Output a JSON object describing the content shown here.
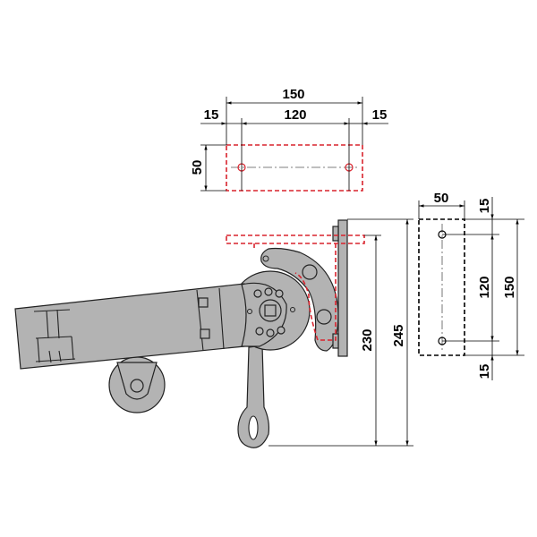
{
  "top_plate": {
    "dimensions": {
      "overall_width": "150",
      "left_offset": "15",
      "hole_spacing": "120",
      "right_offset": "15",
      "height": "50"
    }
  },
  "side_plate": {
    "dimensions": {
      "width": "50",
      "top_offset": "15",
      "hole_spacing": "120",
      "overall_height": "150",
      "bottom_offset": "15"
    }
  },
  "mechanism": {
    "dimensions": {
      "arm_height": "230",
      "overall_height": "245"
    }
  },
  "colors": {
    "mount_outline": "#d9232d",
    "part_fill": "#b3b3b3"
  }
}
